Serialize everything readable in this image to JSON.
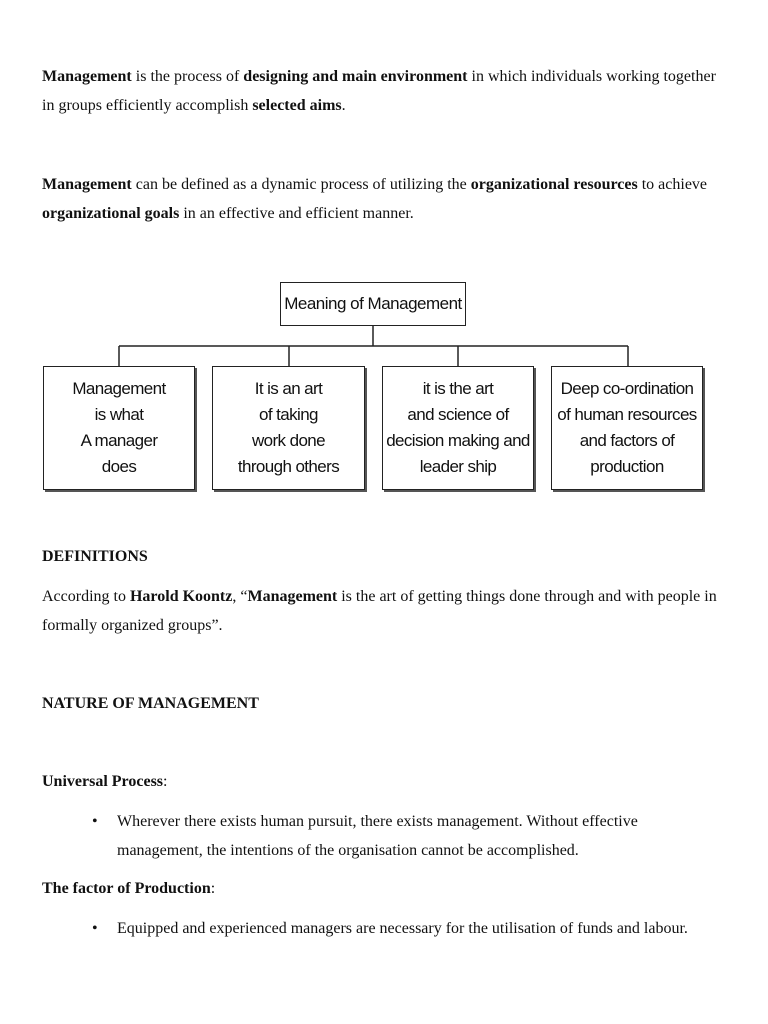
{
  "intro": {
    "p1": {
      "parts": [
        {
          "t": " ",
          "b": false
        },
        {
          "t": "Management",
          "b": true
        },
        {
          "t": " is the process of ",
          "b": false
        },
        {
          "t": "designing and main environment",
          "b": true
        },
        {
          "t": " in which individuals working together in groups efficiently accomplish ",
          "b": false
        },
        {
          "t": "selected aims",
          "b": true
        },
        {
          "t": ".",
          "b": false
        }
      ]
    },
    "p2": {
      "parts": [
        {
          "t": "Management",
          "b": true
        },
        {
          "t": " can be defined as a dynamic process of utilizing the ",
          "b": false
        },
        {
          "t": "organizational resources",
          "b": true
        },
        {
          "t": " to achieve ",
          "b": false
        },
        {
          "t": "organizational goals",
          "b": true
        },
        {
          "t": " in an effective and efficient manner.",
          "b": false
        }
      ]
    }
  },
  "diagram": {
    "root": "Meaning of Management",
    "leaves": [
      "Management\nis what\nA manager\ndoes",
      "It is an art\nof taking\nwork done\nthrough others",
      "it is the art\nand science of\ndecision making and\nleader ship",
      "Deep co-ordination\nof human resources\nand factors of\nproduction"
    ]
  },
  "definitions": {
    "heading": "DEFINITIONS",
    "p": {
      "parts": [
        {
          "t": "According to ",
          "b": false
        },
        {
          "t": "Harold Koontz",
          "b": true
        },
        {
          "t": ", “",
          "b": false
        },
        {
          "t": "Management",
          "b": true
        },
        {
          "t": " is the art of getting things done through and with people in formally organized groups”.",
          "b": false
        }
      ]
    }
  },
  "nature": {
    "heading": "NATURE OF MANAGEMENT",
    "sections": [
      {
        "title": "Universal Process",
        "suffix": ":",
        "bullet": "Wherever there exists human pursuit, there exists management. Without effective management, the intentions of the organisation cannot be accomplished."
      },
      {
        "title": "The factor of Production",
        "suffix": ":",
        "bullet": "Equipped and experienced managers are necessary for the utilisation of funds and labour."
      }
    ],
    "bullet_glyph": "•"
  }
}
